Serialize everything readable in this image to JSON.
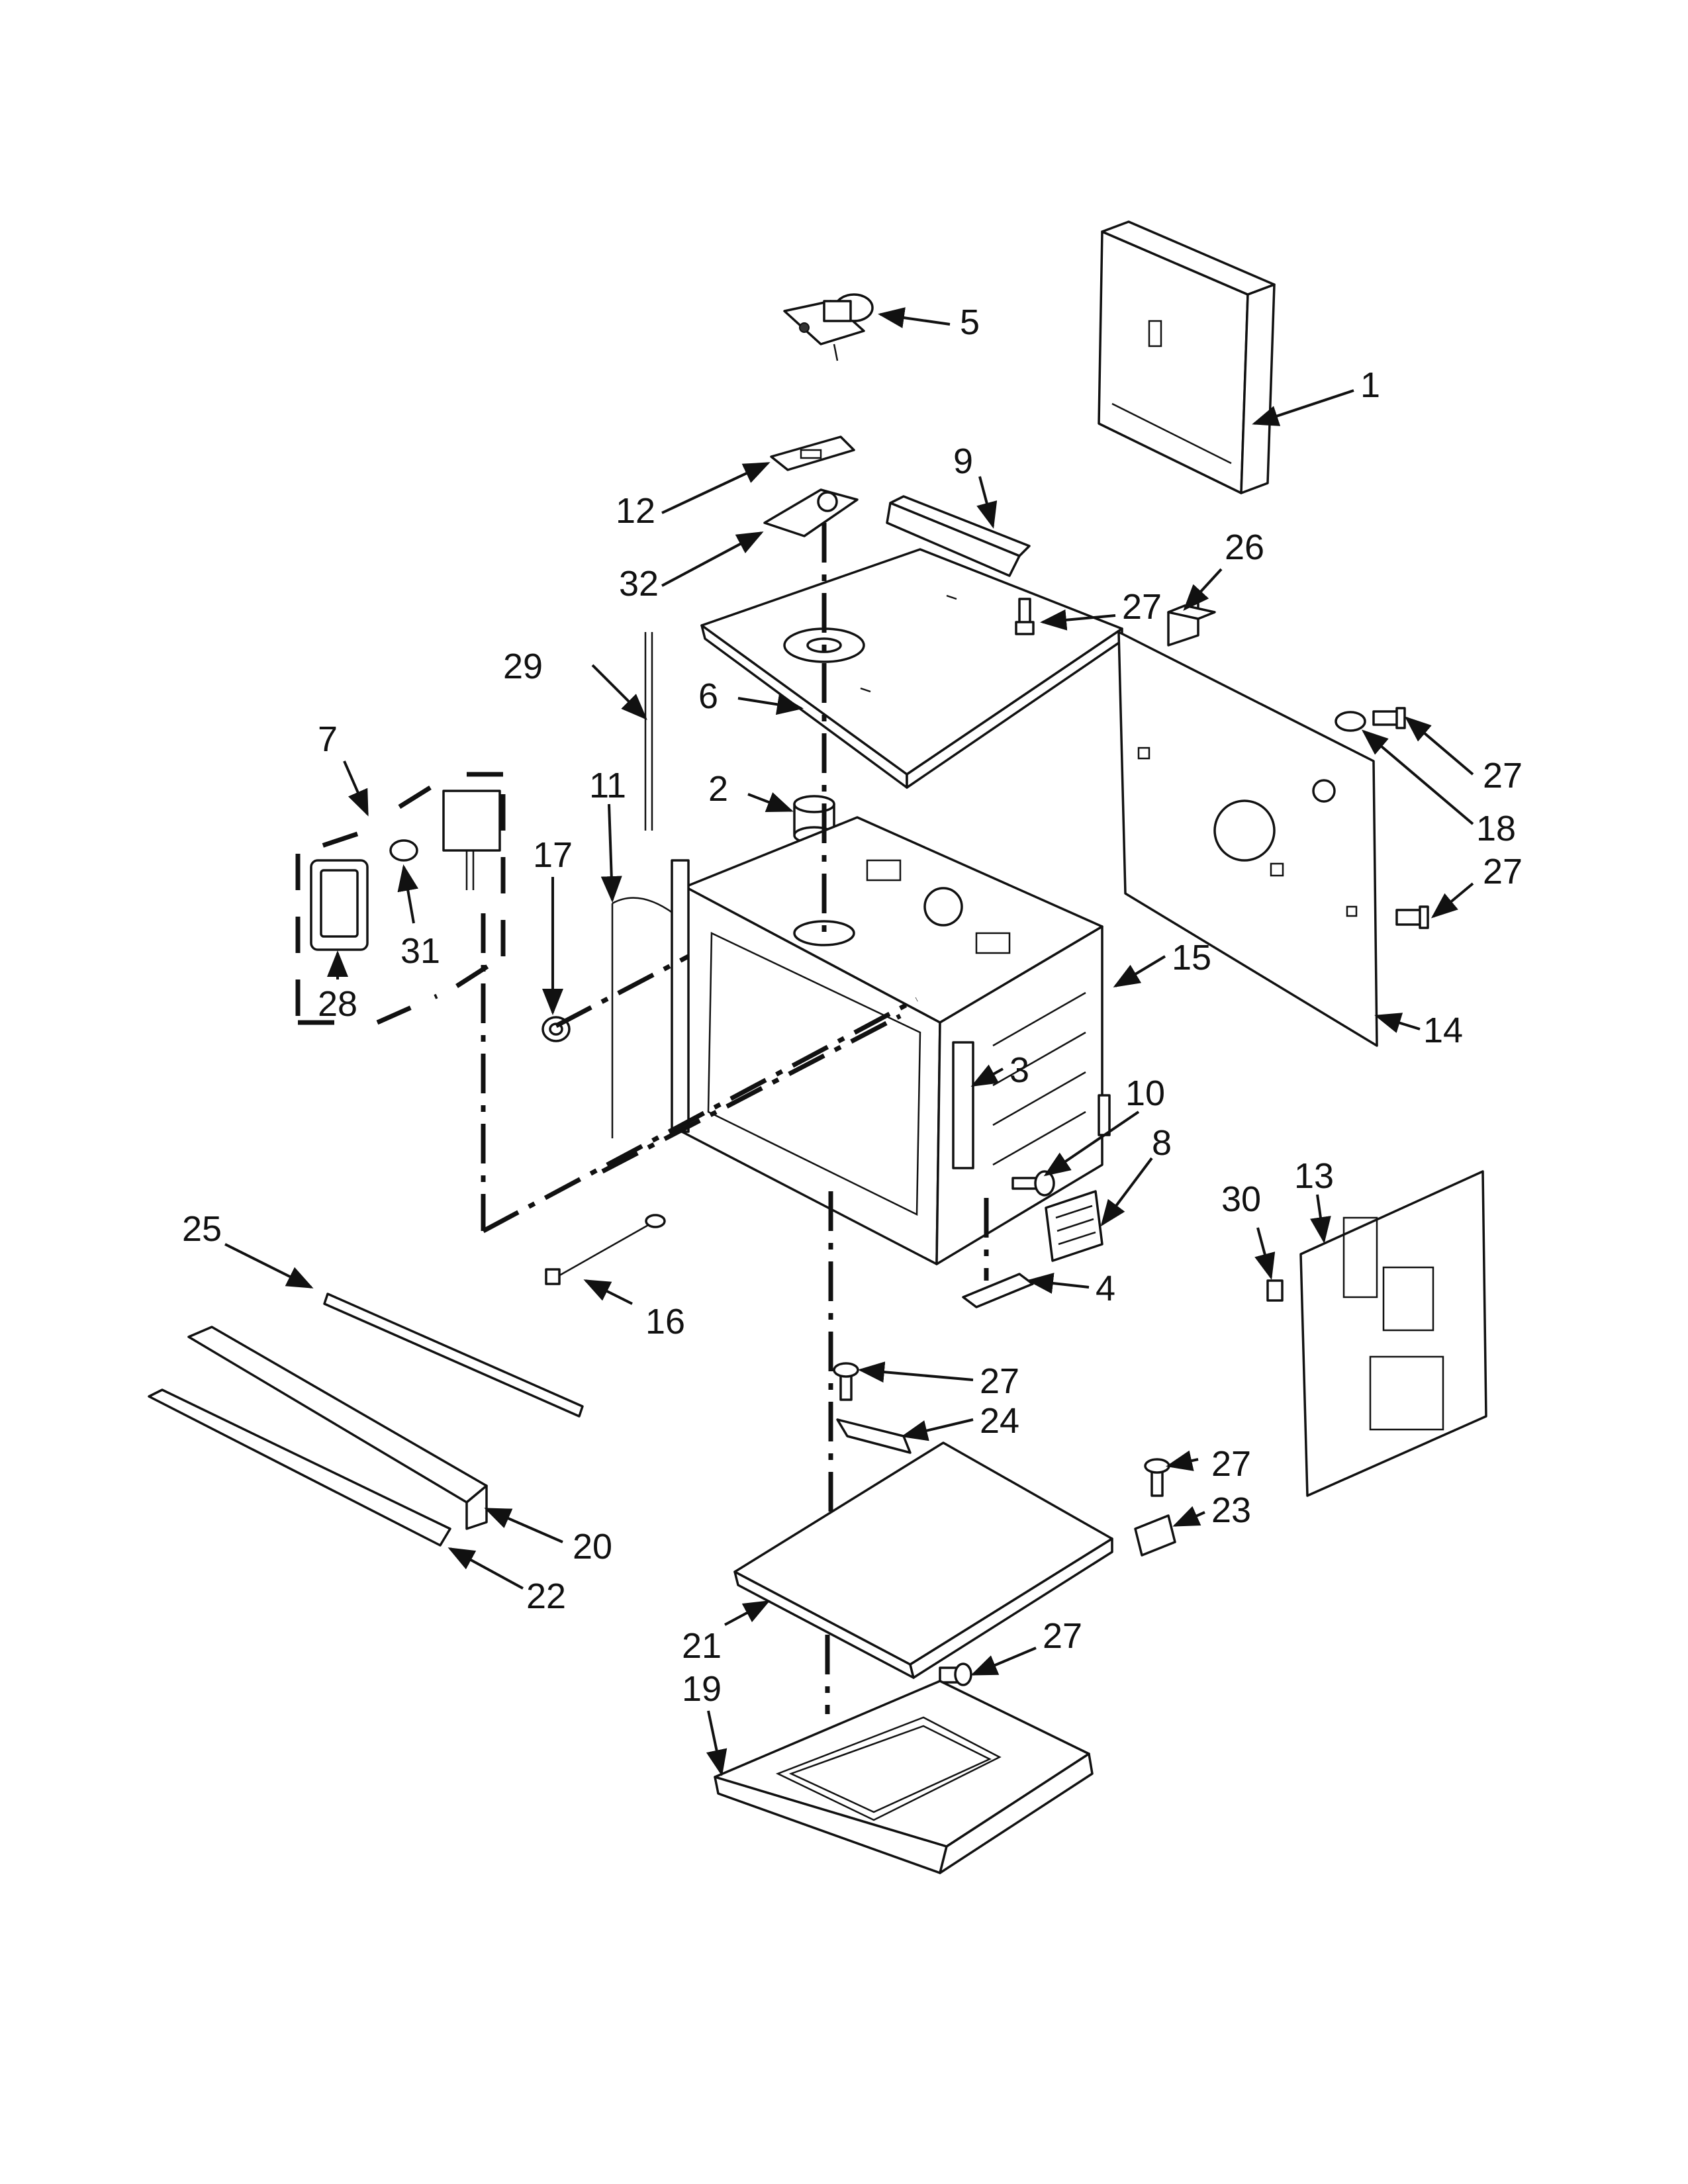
{
  "diagram": {
    "callouts": [
      {
        "id": "c1",
        "label": "1"
      },
      {
        "id": "c2",
        "label": "2"
      },
      {
        "id": "c3",
        "label": "3"
      },
      {
        "id": "c4",
        "label": "4"
      },
      {
        "id": "c5",
        "label": "5"
      },
      {
        "id": "c6",
        "label": "6"
      },
      {
        "id": "c7",
        "label": "7"
      },
      {
        "id": "c8",
        "label": "8"
      },
      {
        "id": "c9",
        "label": "9"
      },
      {
        "id": "c10",
        "label": "10"
      },
      {
        "id": "c11",
        "label": "11"
      },
      {
        "id": "c12",
        "label": "12"
      },
      {
        "id": "c13",
        "label": "13"
      },
      {
        "id": "c14",
        "label": "14"
      },
      {
        "id": "c15",
        "label": "15"
      },
      {
        "id": "c16",
        "label": "16"
      },
      {
        "id": "c17",
        "label": "17"
      },
      {
        "id": "c18",
        "label": "18"
      },
      {
        "id": "c19",
        "label": "19"
      },
      {
        "id": "c20",
        "label": "20"
      },
      {
        "id": "c21",
        "label": "21"
      },
      {
        "id": "c22",
        "label": "22"
      },
      {
        "id": "c23",
        "label": "23"
      },
      {
        "id": "c24",
        "label": "24"
      },
      {
        "id": "c25",
        "label": "25"
      },
      {
        "id": "c26",
        "label": "26"
      },
      {
        "id": "c27a",
        "label": "27"
      },
      {
        "id": "c27b",
        "label": "27"
      },
      {
        "id": "c27c",
        "label": "27"
      },
      {
        "id": "c27d",
        "label": "27"
      },
      {
        "id": "c27e",
        "label": "27"
      },
      {
        "id": "c27f",
        "label": "27"
      },
      {
        "id": "c28",
        "label": "28"
      },
      {
        "id": "c29",
        "label": "29"
      },
      {
        "id": "c30",
        "label": "30"
      },
      {
        "id": "c31",
        "label": "31"
      },
      {
        "id": "c32",
        "label": "32"
      }
    ]
  }
}
